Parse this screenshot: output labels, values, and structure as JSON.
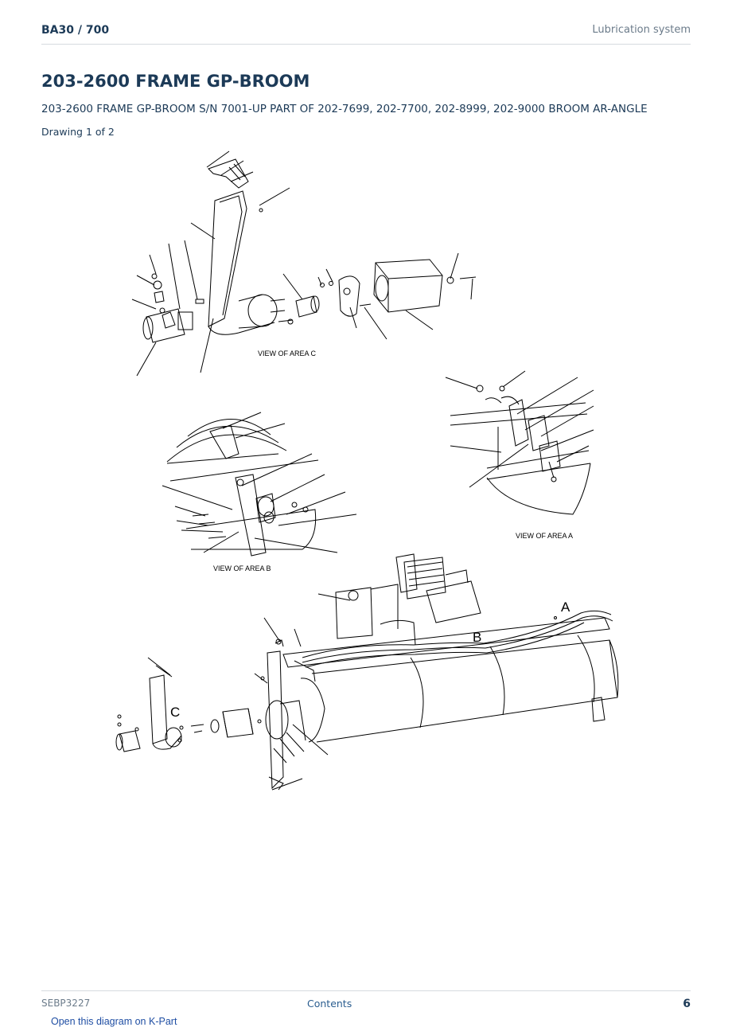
{
  "header": {
    "model": "BA30  /  700",
    "section": "Lubrication system"
  },
  "title": "203-2600 FRAME GP-BROOM",
  "subtitle": "203-2600 FRAME GP-BROOM S/N 7001-UP PART OF 202-7699, 202-7700, 202-8999, 202-9000 BROOM AR-ANGLE",
  "drawing_label": "Drawing 1 of 2",
  "diagram": {
    "view_c_label": "VIEW OF AREA C",
    "view_a_label": "VIEW OF AREA  A",
    "view_b_label": "VIEW OF AREA B",
    "callout_a": "A",
    "callout_b": "B",
    "callout_c": "C"
  },
  "footer": {
    "doc_code": "SEBP3227",
    "contents_link": "Contents",
    "page_number": "6"
  },
  "kpart_link": "Open this diagram on K-Part"
}
